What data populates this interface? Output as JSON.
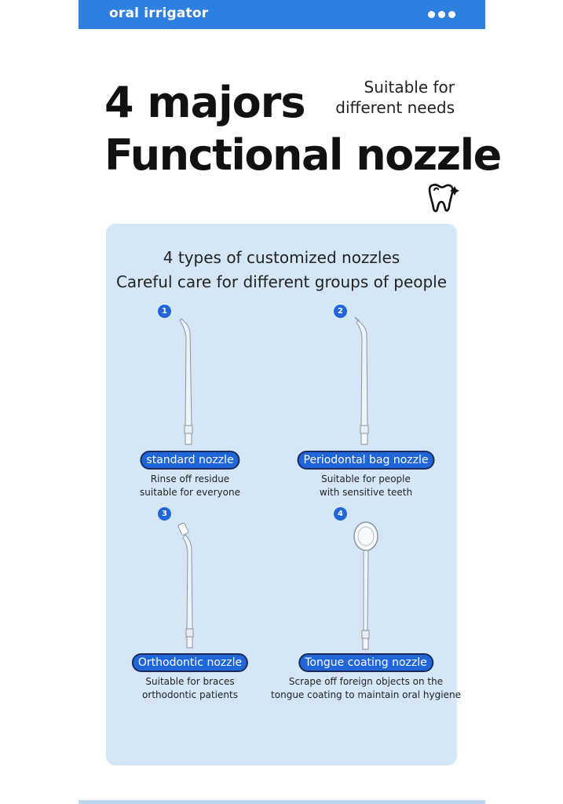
{
  "header": {
    "title": "oral irrigator",
    "menu_icon": "more-dots-icon"
  },
  "hero": {
    "line1": "4 majors",
    "line2": "Functional nozzle",
    "side_line1": "Suitable for",
    "side_line2": "different needs",
    "icon": "tooth-sparkle-icon"
  },
  "panel": {
    "title_line1": "4 types of customized nozzles",
    "title_line2": "Careful care for different groups of people"
  },
  "nozzles": [
    {
      "number": "1",
      "name": "standard nozzle",
      "desc_line1": "Rinse off residue",
      "desc_line2": "suitable for everyone"
    },
    {
      "number": "2",
      "name": "Periodontal bag nozzle",
      "desc_line1": "Suitable for people",
      "desc_line2": "with sensitive teeth"
    },
    {
      "number": "3",
      "name": "Orthodontic nozzle",
      "desc_line1": "Suitable for braces",
      "desc_line2": "orthodontic patients"
    },
    {
      "number": "4",
      "name": "Tongue coating nozzle",
      "desc_line1": "Scrape off foreign objects on the",
      "desc_line2": "tongue coating to maintain oral hygiene"
    }
  ],
  "colors": {
    "accent": "#2f7fe0",
    "badge": "#2166d8",
    "panel_bg": "#d5e7f6"
  }
}
